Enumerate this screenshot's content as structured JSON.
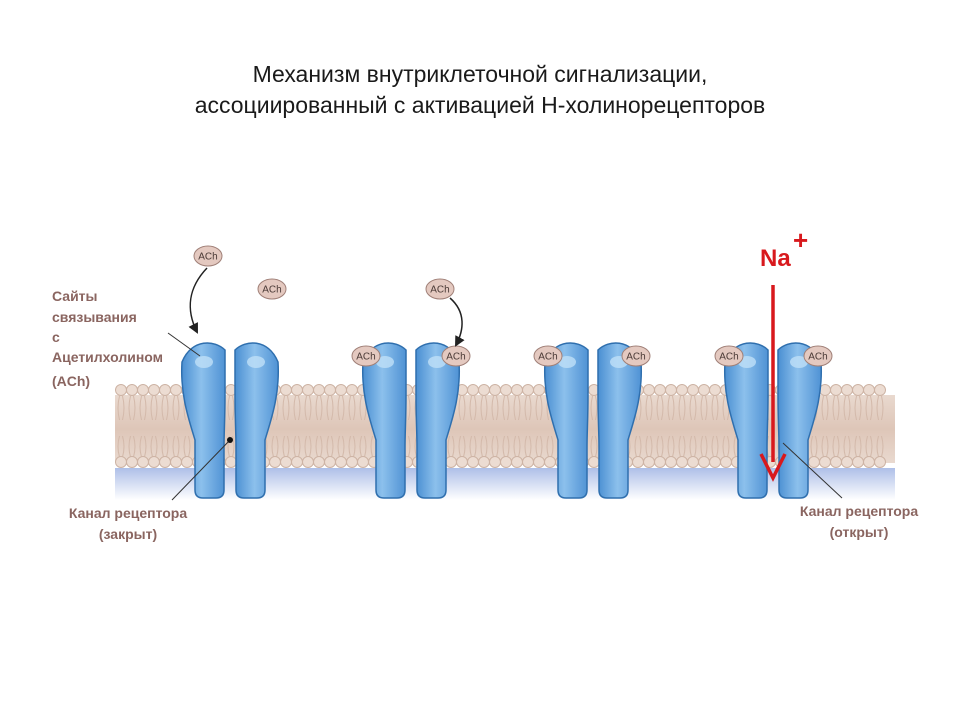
{
  "title": {
    "line1": "Механизм внутриклеточной сигнализации,",
    "line2": "ассоциированный с активацией Н-холинорецепторов"
  },
  "labels": {
    "binding_sites": [
      "Сайты",
      "связывания",
      "с",
      "Ацетилхолином",
      "(ACh)"
    ],
    "channel_closed": [
      "Канал рецептора",
      "(закрыт)"
    ],
    "channel_open": [
      "Канал рецептора",
      "(открыт)"
    ]
  },
  "ligand": "ACh",
  "ion": {
    "symbol": "Na",
    "charge": "+"
  },
  "colors": {
    "receptor": "#6aaae0",
    "receptor_stroke": "#2f6fae",
    "membrane_head": "#ead8cc",
    "label_text": "#8a6560",
    "ion_color": "#d8191d"
  }
}
